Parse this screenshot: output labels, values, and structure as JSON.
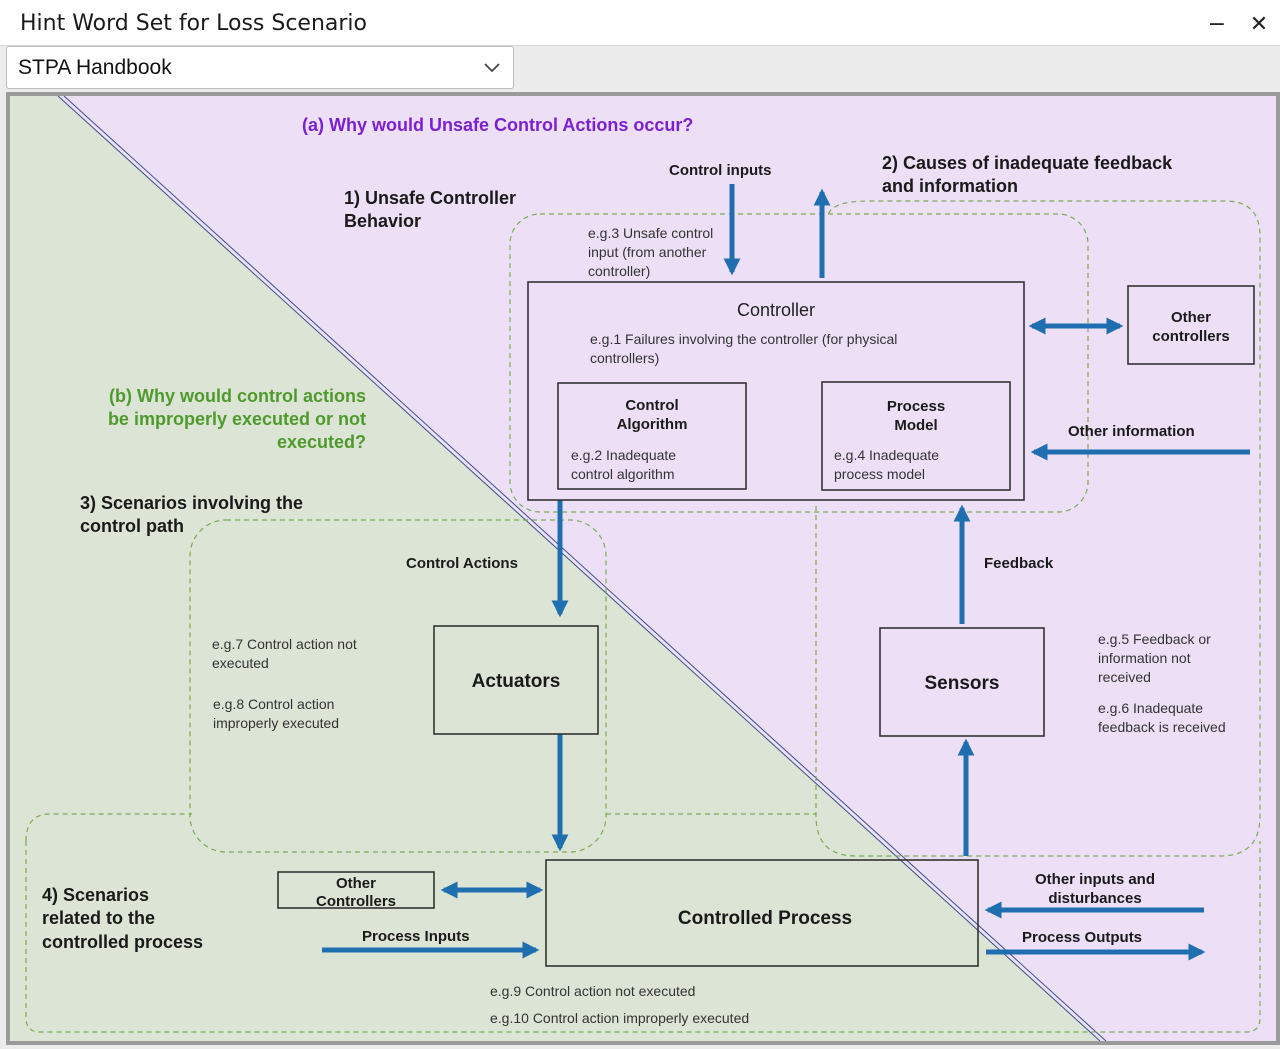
{
  "window": {
    "title": "Hint Word Set for Loss Scenario",
    "minimize_glyph": "−",
    "close_glyph": "✕"
  },
  "selector": {
    "value": "STPA Handbook",
    "icon": "chevron-down-icon"
  },
  "colors": {
    "green_region": "#dce5d5",
    "purple_region": "#ede0f6",
    "arrow_blue": "#1e6eb0",
    "heading_purple": "#7b1fd1",
    "heading_green": "#4f9a2c",
    "dashed_green": "#79ab54"
  },
  "diagram": {
    "heading_a": "(a) Why would Unsafe Control Actions occur?",
    "heading_b": [
      "(b) Why would control actions",
      "be improperly executed or not",
      "executed?"
    ],
    "section_1": [
      "1) Unsafe Controller",
      "Behavior"
    ],
    "section_2": [
      "2) Causes of inadequate feedback",
      "and information"
    ],
    "section_3": [
      "3) Scenarios involving the",
      "control path"
    ],
    "section_4": [
      "4) Scenarios",
      "related to the",
      "controlled process"
    ],
    "control_inputs": "Control inputs",
    "eg3": [
      "e.g.3 Unsafe control",
      "input (from another",
      "controller)"
    ],
    "controller_title": "Controller",
    "eg1": [
      "e.g.1 Failures involving the controller (for physical",
      "controllers)"
    ],
    "control_algorithm": [
      "Control",
      "Algorithm"
    ],
    "eg2": [
      "e.g.2 Inadequate",
      "control algorithm"
    ],
    "process_model": [
      "Process",
      "Model"
    ],
    "eg4": [
      "e.g.4 Inadequate",
      "process model"
    ],
    "other_controllers_top": [
      "Other",
      "controllers"
    ],
    "other_information": "Other information",
    "feedback": "Feedback",
    "control_actions": "Control Actions",
    "actuators": "Actuators",
    "sensors": "Sensors",
    "eg7": [
      "e.g.7 Control action not",
      "executed"
    ],
    "eg8": [
      "e.g.8 Control action",
      "improperly executed"
    ],
    "eg5": [
      "e.g.5 Feedback or",
      "information not",
      "received"
    ],
    "eg6": [
      "e.g.6 Inadequate",
      "feedback is received"
    ],
    "other_controllers_bottom": [
      "Other",
      "Controllers"
    ],
    "process_inputs": "Process Inputs",
    "controlled_process": "Controlled Process",
    "other_inputs": [
      "Other inputs and",
      "disturbances"
    ],
    "process_outputs": "Process Outputs",
    "eg9": "e.g.9 Control action not executed",
    "eg10": "e.g.10 Control action improperly executed"
  }
}
